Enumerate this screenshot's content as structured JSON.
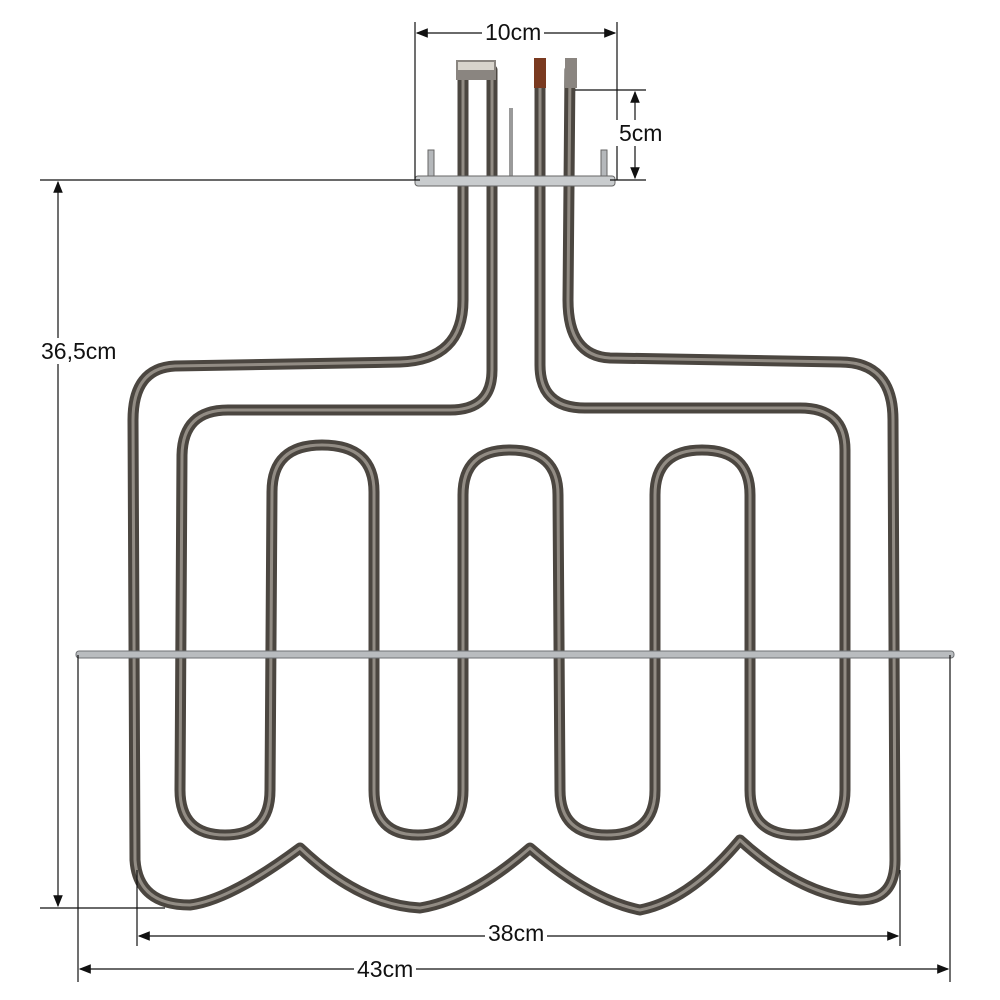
{
  "title": "Oven grill heating element dimensions",
  "dimensions": {
    "terminal_width": "10cm",
    "terminal_height": "5cm",
    "total_height": "36,5cm",
    "inner_width": "38cm",
    "total_width": "43cm"
  },
  "colors": {
    "tube": "#4b4640",
    "tube_highlight": "#a49e95",
    "rod": "#b9bcbf",
    "dimension_line": "#111111"
  }
}
